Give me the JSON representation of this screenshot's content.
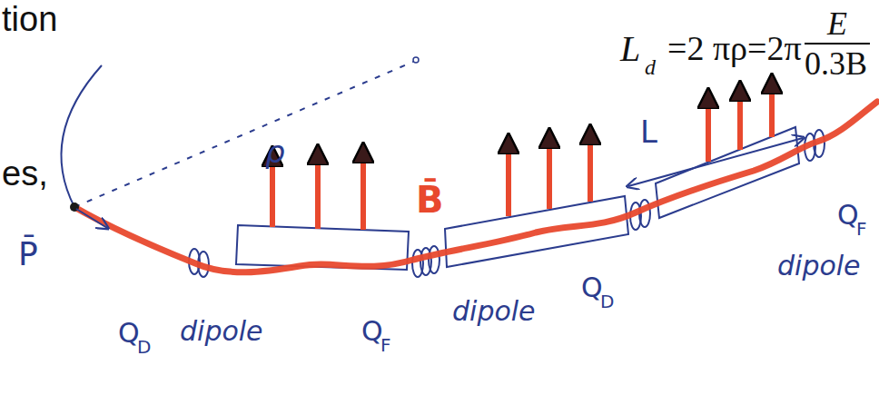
{
  "diagram": {
    "labels": [
      "tion",
      "L",
      "d",
      "=2 πρ=2π",
      "E",
      "0.3B",
      "ρ",
      "B̄",
      "L",
      "es,",
      "P̄",
      "Q",
      "D",
      "dipole",
      "Q",
      "F",
      "dipole",
      "Q",
      "D",
      "dipole",
      "Q",
      "F"
    ]
  }
}
